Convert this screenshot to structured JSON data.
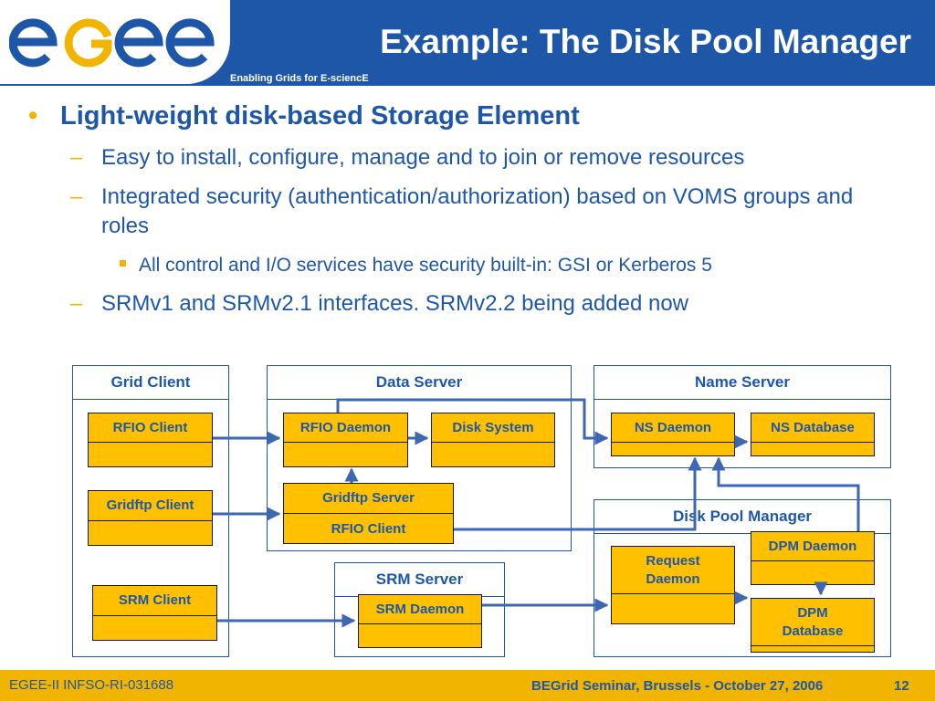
{
  "header": {
    "logo": "egee",
    "title": "Example: The Disk Pool Manager",
    "tagline": "Enabling Grids for E-sciencE"
  },
  "bullets": {
    "main": "Light-weight disk-based Storage Element",
    "sub1": "Easy to install, configure, manage and to join or remove resources",
    "sub2": "Integrated security (authentication/authorization) based on VOMS groups and roles",
    "subsub": "All control and I/O services have security built-in: GSI or Kerberos 5",
    "sub3": "SRMv1 and SRMv2.1 interfaces. SRMv2.2 being added now",
    "dash": "–",
    "dot": "•"
  },
  "diagram": {
    "grid_client": {
      "title": "Grid Client",
      "rfio": "RFIO Client",
      "gridftp": "Gridftp Client",
      "srm": "SRM Client"
    },
    "data_server": {
      "title": "Data Server",
      "rfio_daemon": "RFIO Daemon",
      "disk_system": "Disk System",
      "gridftp_server": "Gridftp Server",
      "rfio_client": "RFIO Client"
    },
    "name_server": {
      "title": "Name Server",
      "ns_daemon": "NS Daemon",
      "ns_database": "NS Database"
    },
    "srm_server": {
      "title": "SRM Server",
      "srm_daemon": "SRM Daemon"
    },
    "dpm": {
      "title": "Disk Pool Manager",
      "request_daemon": "Request Daemon",
      "dpm_daemon": "DPM Daemon",
      "dpm_database": "DPM Database"
    }
  },
  "footer": {
    "left": "EGEE-II INFSO-RI-031688",
    "event": "BEGrid Seminar, Brussels - October 27, 2006",
    "page": "12"
  },
  "colors": {
    "brand_blue": "#1f57a8",
    "accent_yellow": "#ffc000",
    "footer_gold": "#f1b400"
  }
}
